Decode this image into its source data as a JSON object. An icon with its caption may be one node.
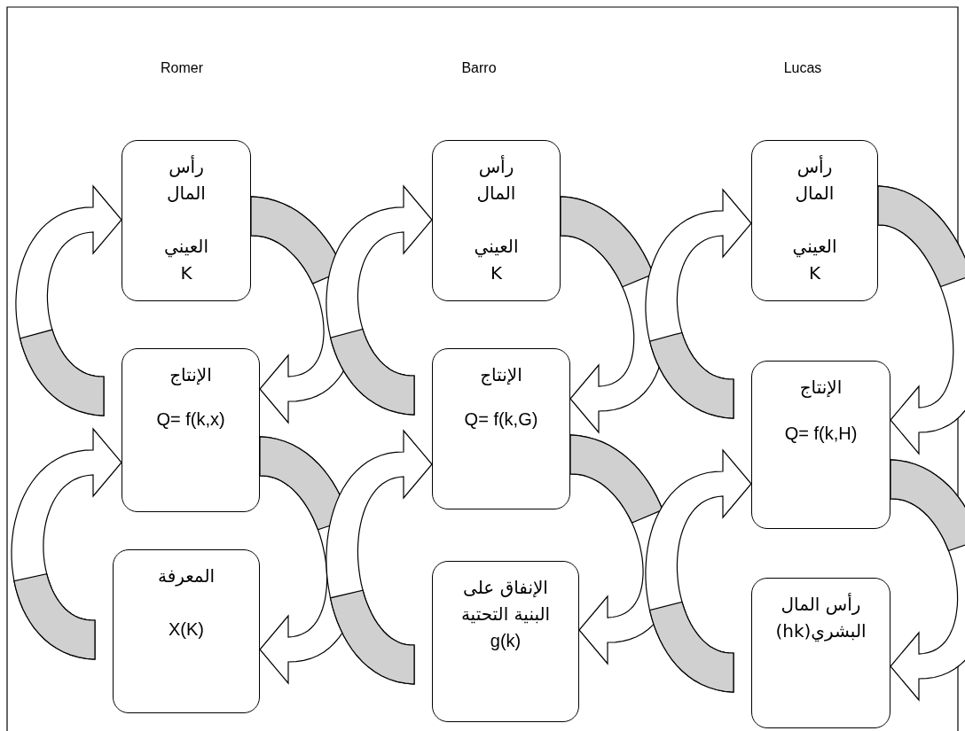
{
  "diagram": {
    "nodes": [
      {
        "text": [
          "رأس المال",
          "العيني K"
        ]
      },
      {
        "text": [
          "رأس المال",
          "العيني K"
        ]
      },
      {
        "text": [
          "رأس المال",
          "العيني K"
        ]
      },
      {
        "text": [
          "الإنتاج",
          "Q= f(k,x)"
        ]
      },
      {
        "text": [
          "الإنتاج",
          "Q= f(k,G)"
        ]
      },
      {
        "text": [
          "الإنتاج",
          "Q= f(k,H)"
        ]
      },
      {
        "text": [
          "المعرفة",
          "X(K)"
        ]
      },
      {
        "text": [
          "الإنفاق على البنية التحتية",
          "g(k)"
        ]
      },
      {
        "text": [
          "رأس المال البشري(hk)"
        ]
      }
    ],
    "edges": [
      {
        "from": 0,
        "to": 3,
        "arrow": "to"
      },
      {
        "from": 3,
        "to": 0,
        "arrow": "to"
      },
      {
        "from": 3,
        "to": 6,
        "arrow": "to"
      },
      {
        "from": 6,
        "to": 3,
        "arrow": "to"
      },
      {
        "from": 1,
        "to": 4,
        "arrow": "to"
      },
      {
        "from": 4,
        "to": 1,
        "arrow": "to"
      },
      {
        "from": 4,
        "to": 7,
        "arrow": "to"
      },
      {
        "from": 7,
        "to": 4,
        "arrow": "to"
      },
      {
        "from": 2,
        "to": 5,
        "arrow": "to"
      },
      {
        "from": 5,
        "to": 2,
        "arrow": "to"
      },
      {
        "from": 5,
        "to": 8,
        "arrow": "to"
      },
      {
        "from": 8,
        "to": 5,
        "arrow": "to"
      }
    ],
    "labels": [
      "Romer",
      "Barro",
      "Lucas"
    ]
  }
}
